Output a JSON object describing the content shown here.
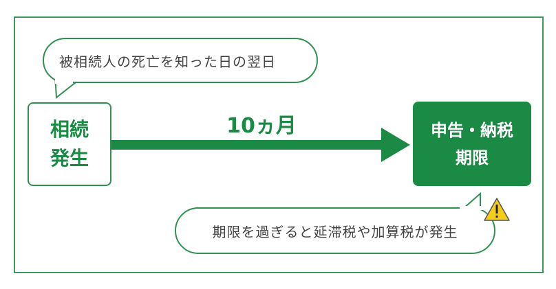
{
  "diagram": {
    "colors": {
      "accent": "#1b8a45",
      "border": "#3b9a5a",
      "text": "#444444",
      "warning": "#f5cc1a"
    },
    "top_note": "被相続人の死亡を知った日の翌日",
    "start_box": {
      "line1": "相続",
      "line2": "発生"
    },
    "arrow_label": "10ヵ月",
    "end_box": {
      "line1": "申告・納税",
      "line2": "期限"
    },
    "bottom_note": "期限を過ぎると延滞税や加算税が発生",
    "warning_icon": "warning-icon"
  }
}
